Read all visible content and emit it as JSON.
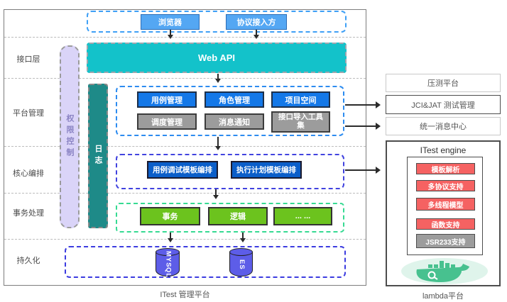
{
  "main": {
    "caption": "ITest 管理平台",
    "layers": [
      "接口层",
      "平台管理",
      "核心编排",
      "事务处理",
      "持久化"
    ],
    "clients": [
      "浏览器",
      "协议接入方"
    ],
    "web_api": "Web API",
    "permission_bar": "权限控制",
    "log_bar": "日志",
    "platform_row1": [
      "用例管理",
      "角色管理",
      "项目空间"
    ],
    "platform_row2": [
      "调度管理",
      "消息通知",
      "接口导入工具集"
    ],
    "orchestration": [
      "用例调试模板编排",
      "执行计划模板编排"
    ],
    "transactions": [
      "事务",
      "逻辑",
      "... ..."
    ],
    "databases": [
      {
        "l1": "MYS",
        "l2": "QL",
        "name": "MYSQL"
      },
      {
        "l1": "ES",
        "name": "ES"
      }
    ]
  },
  "right": {
    "boxes": [
      "压测平台",
      "JCI&JAT 测试管理",
      "统一消息中心"
    ],
    "engine_title": "ITest engine",
    "engine_features": [
      {
        "label": "模板解析",
        "type": "red"
      },
      {
        "label": "多协议支持",
        "type": "red"
      },
      {
        "label": "多线程模型",
        "type": "red"
      },
      {
        "label": "函数支持",
        "type": "red"
      },
      {
        "label": "JSR233支持",
        "type": "gray"
      }
    ],
    "caption": "lambda平台"
  },
  "colors": {
    "client_blue": "#54a7f3",
    "web_api_teal": "#13c2ca",
    "button_blue": "#1478e8",
    "button_gray": "#9c9c9c",
    "core_dark_blue": "#0b5ec9",
    "green_button": "#6cc31e",
    "green_dashed": "#36da92",
    "permission_purple": "#dad4f8",
    "log_teal": "#1e8a88",
    "cylinder_indigo": "#5d5de8",
    "feature_red": "#f56262",
    "docker_green": "#47c18f"
  }
}
